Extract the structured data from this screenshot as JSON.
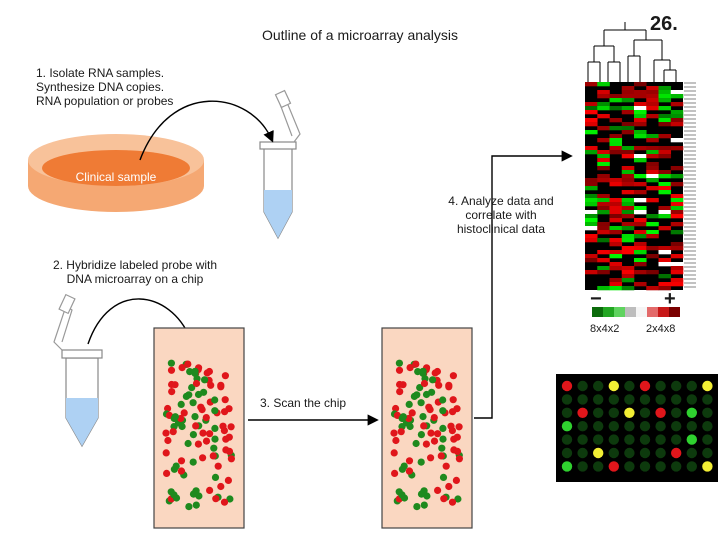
{
  "title": "Outline of a microarray analysis",
  "slide_number": "26.",
  "steps": {
    "step1": "1. Isolate RNA samples.\n    Synthesize DNA copies.\n    RNA population or probes",
    "step2": "2. Hybridize labeled probe with\nDNA microarray on a chip",
    "step3": "3. Scan the chip",
    "step4": "4. Analyze data and\ncorrelate with\nhistoclinical data"
  },
  "sample_label": "Clinical sample",
  "scale": {
    "minus": "−",
    "plus": "+",
    "low_label": "8x4x2",
    "high_label": "2x4x8"
  },
  "colors": {
    "dish": "#f5a873",
    "dish_inner": "#ef7b35",
    "tube_liquid": "#aed1f3",
    "chip_bg": "#fad7c1",
    "spot_red": "#e0161b",
    "spot_green": "#1e8a1e",
    "spot_yellow": "#f2ee34",
    "scan_bg": "#000000"
  }
}
